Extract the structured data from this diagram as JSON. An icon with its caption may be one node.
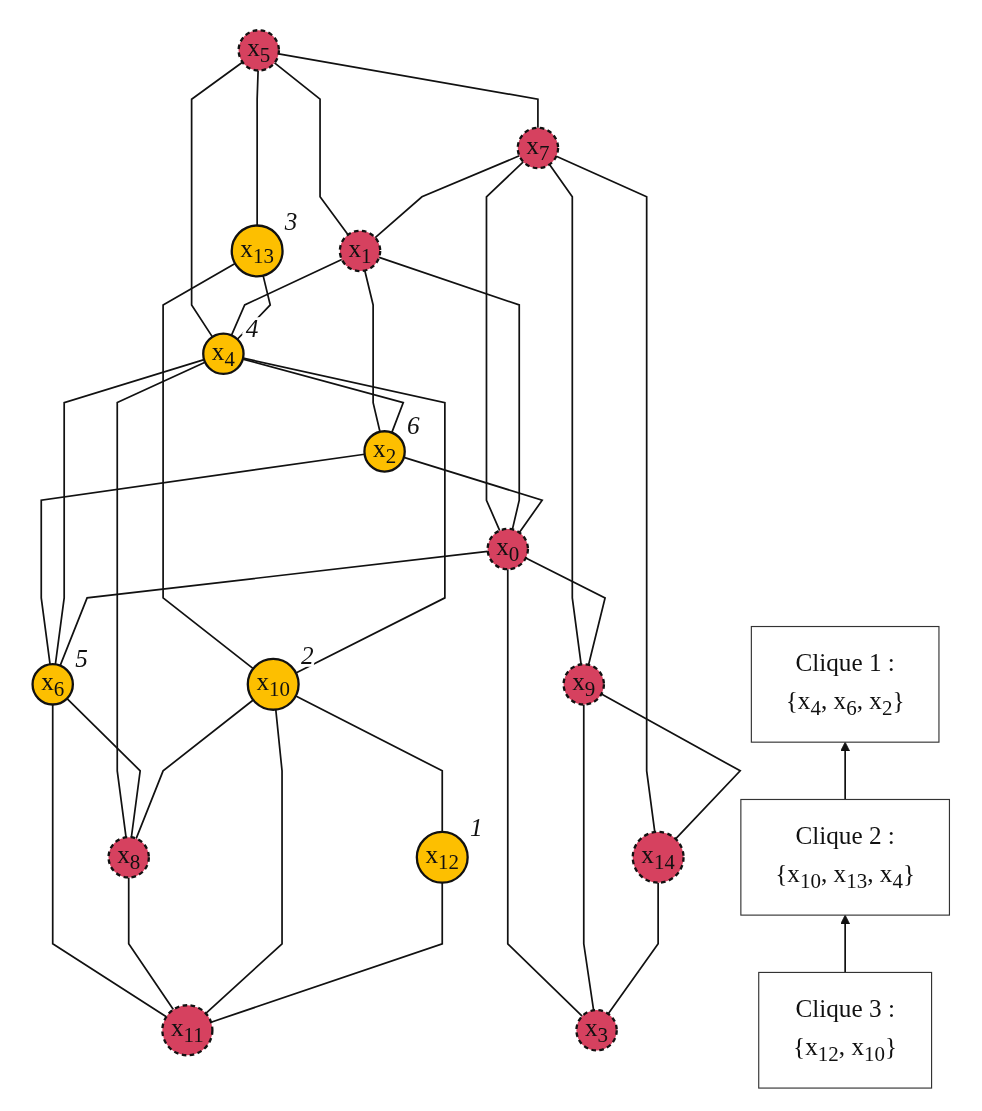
{
  "diagram": {
    "nodes": [
      {
        "text": [
          "x$_{5}$"
        ]
      },
      {
        "text": [
          "x$_{13}$"
        ],
        "beside": [
          "3"
        ]
      },
      {
        "text": [
          "x$_{7}$"
        ]
      },
      {
        "text": [
          "x$_{1}$"
        ]
      },
      {
        "text": [
          "x$_{4}$"
        ],
        "beside": [
          "4"
        ]
      },
      {
        "text": [
          "x$_{2}$"
        ],
        "beside": [
          "6"
        ]
      },
      {
        "text": [
          "x$_{0}$"
        ]
      },
      {
        "text": [
          "x$_{10}$"
        ],
        "beside": [
          "2"
        ]
      },
      {
        "text": [
          "x$_{9}$"
        ]
      },
      {
        "text": [
          "x$_{14}$"
        ]
      },
      {
        "text": [
          "x$_{3}$"
        ]
      },
      {
        "text": [
          "x$_{6}$"
        ],
        "beside": [
          "5"
        ]
      },
      {
        "text": [
          "x$_{8}$"
        ]
      },
      {
        "text": [
          "x$_{12}$"
        ],
        "beside": [
          "1"
        ]
      },
      {
        "text": [
          "x$_{11}$"
        ]
      },
      {
        "text": [
          "Clique 1 :",
          "{x$_{4}$, x$_{6}$, x$_{2}$}"
        ]
      },
      {
        "text": [
          "Clique 2 :",
          "{x$_{10}$, x$_{13}$, x$_{4}$}"
        ]
      },
      {
        "text": [
          "Clique 3 :",
          "{x$_{12}$, x$_{10}$}"
        ]
      }
    ],
    "edges": [
      {
        "from": 0,
        "to": 1,
        "arrow": "none"
      },
      {
        "from": 0,
        "to": 2,
        "arrow": "none"
      },
      {
        "from": 0,
        "to": 3,
        "arrow": "none"
      },
      {
        "from": 0,
        "to": 4,
        "arrow": "none"
      },
      {
        "from": 2,
        "to": 3,
        "arrow": "none"
      },
      {
        "from": 2,
        "to": 6,
        "arrow": "none"
      },
      {
        "from": 2,
        "to": 8,
        "arrow": "none"
      },
      {
        "from": 2,
        "to": 9,
        "arrow": "none"
      },
      {
        "from": 3,
        "to": 6,
        "arrow": "none"
      },
      {
        "from": 3,
        "to": 5,
        "arrow": "none"
      },
      {
        "from": 3,
        "to": 4,
        "arrow": "none"
      },
      {
        "from": 1,
        "to": 4,
        "arrow": "none"
      },
      {
        "from": 1,
        "to": 7,
        "arrow": "none"
      },
      {
        "from": 5,
        "to": 4,
        "arrow": "none"
      },
      {
        "from": 5,
        "to": 6,
        "arrow": "none"
      },
      {
        "from": 5,
        "to": 11,
        "arrow": "none"
      },
      {
        "from": 4,
        "to": 11,
        "arrow": "none"
      },
      {
        "from": 4,
        "to": 12,
        "arrow": "none"
      },
      {
        "from": 4,
        "to": 7,
        "arrow": "none"
      },
      {
        "from": 6,
        "to": 8,
        "arrow": "none"
      },
      {
        "from": 6,
        "to": 10,
        "arrow": "none"
      },
      {
        "from": 6,
        "to": 11,
        "arrow": "none"
      },
      {
        "from": 8,
        "to": 9,
        "arrow": "none"
      },
      {
        "from": 8,
        "to": 10,
        "arrow": "none"
      },
      {
        "from": 9,
        "to": 10,
        "arrow": "none"
      },
      {
        "from": 11,
        "to": 12,
        "arrow": "none"
      },
      {
        "from": 11,
        "to": 14,
        "arrow": "none"
      },
      {
        "from": 12,
        "to": 7,
        "arrow": "none"
      },
      {
        "from": 12,
        "to": 14,
        "arrow": "none"
      },
      {
        "from": 7,
        "to": 14,
        "arrow": "none"
      },
      {
        "from": 7,
        "to": 13,
        "arrow": "none"
      },
      {
        "from": 13,
        "to": 14,
        "arrow": "none"
      },
      {
        "from": 16,
        "to": 15,
        "arrow": "to"
      },
      {
        "from": 17,
        "to": 16,
        "arrow": "to"
      }
    ]
  }
}
